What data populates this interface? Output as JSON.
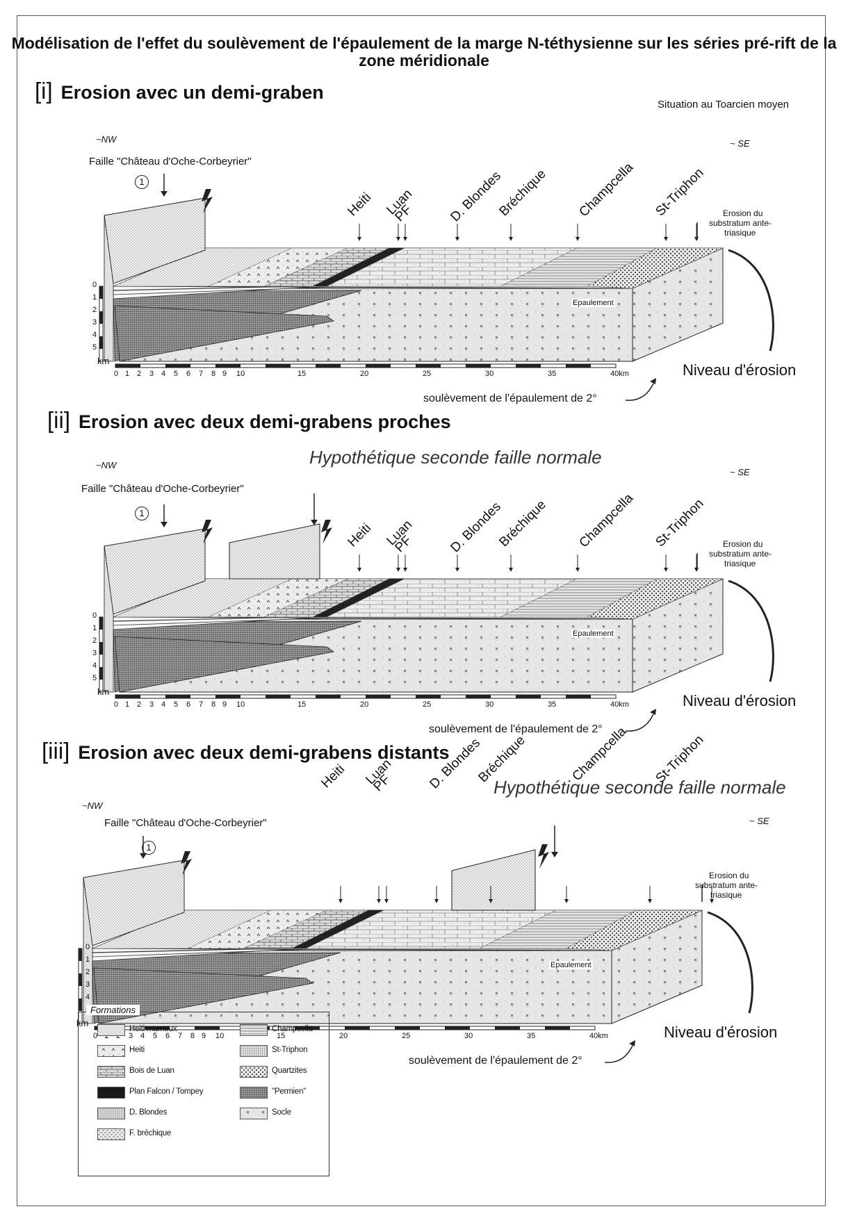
{
  "title": "Modélisation de l'effet du soulèvement de l'épaulement de la marge N-téthysienne sur les séries pré-rift de la zone méridionale",
  "situation": "Situation au Toarcien moyen",
  "sections": [
    {
      "num": "[i]",
      "title": "Erosion avec un demi-graben",
      "hypothesis": ""
    },
    {
      "num": "[ii]",
      "title": "Erosion avec deux demi-grabens proches",
      "hypothesis": "Hypothétique seconde faille normale"
    },
    {
      "num": "[iii]",
      "title": "Erosion  avec deux demi-grabens distants",
      "hypothesis": "Hypothétique seconde faille normale"
    }
  ],
  "common": {
    "nw": "~NW",
    "se": "~ SE",
    "fault_label": "Faille \"Château d'Oche-Corbeyrier\"",
    "fault_number": "1",
    "erosion_substratum_1": "Erosion du",
    "erosion_substratum_2": "substratum ante-",
    "erosion_substratum_3": "triasique",
    "epaulement": "Epaulement",
    "erosion_level": "Niveau d'érosion",
    "uplift": "soulèvement de l'épaulement de 2°",
    "km": "km",
    "depth_ticks": [
      "0",
      "1",
      "2",
      "3",
      "4",
      "5"
    ],
    "distance_ticks": [
      "0",
      "1",
      "2",
      "3",
      "4",
      "5",
      "6",
      "7",
      "8",
      "9",
      "10",
      "15",
      "20",
      "25",
      "30",
      "35",
      "40km"
    ]
  },
  "localities": [
    "Heiti",
    "Luan",
    "PF",
    "D. Blondes",
    "Bréchique",
    "Champcella",
    "St-Triphon"
  ],
  "legend": {
    "title": "Formations",
    "items": [
      {
        "label": "Heiti marneux",
        "pattern": "dots-light"
      },
      {
        "label": "Champcella",
        "pattern": "hlines"
      },
      {
        "label": "Heiti",
        "pattern": "carets"
      },
      {
        "label": "St-Triphon",
        "pattern": "dots-medium"
      },
      {
        "label": "Bois de Luan",
        "pattern": "bricks"
      },
      {
        "label": "Quartzites",
        "pattern": "dots-coarse"
      },
      {
        "label": "Plan Falcon / Tompey",
        "pattern": "solid-dark"
      },
      {
        "label": "\"Permien\"",
        "pattern": "dots-dark"
      },
      {
        "label": "D. Blondes",
        "pattern": "dots-fine"
      },
      {
        "label": "Socle",
        "pattern": "crosses"
      },
      {
        "label": "F. bréchique",
        "pattern": "dashes"
      }
    ]
  }
}
